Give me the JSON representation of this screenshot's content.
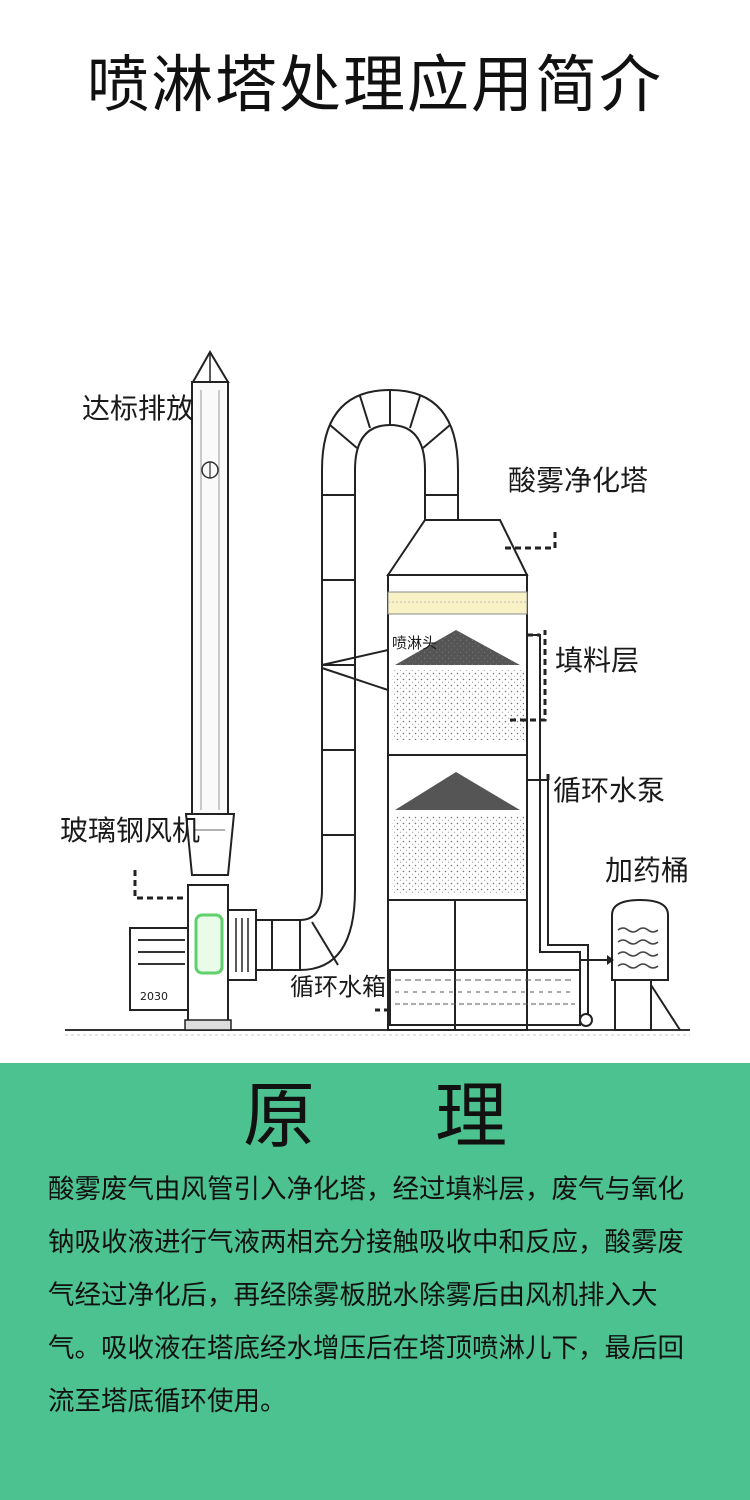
{
  "page": {
    "title": "喷淋塔处理应用简介"
  },
  "diagram": {
    "labels": {
      "discharge": "达标排放",
      "tower": "酸雾净化塔",
      "nozzle": "喷淋头",
      "packing": "填料层",
      "pump": "循环水泵",
      "dosing": "加药桶",
      "fan": "玻璃钢风机",
      "tank": "循环水箱"
    }
  },
  "principle": {
    "heading": "原理",
    "text": "酸雾废气由风管引入净化塔，经过填料层，废气与氧化钠吸收液进行气液两相充分接触吸收中和反应，酸雾废气经过净化后，再经除雾板脱水除雾后由风机排入大气。吸收液在塔底经水增压后在塔顶喷淋儿下，最后回流至塔底循环使用。"
  },
  "colors": {
    "panel": "#4bc290",
    "fan_accent": "#5fd16b"
  }
}
